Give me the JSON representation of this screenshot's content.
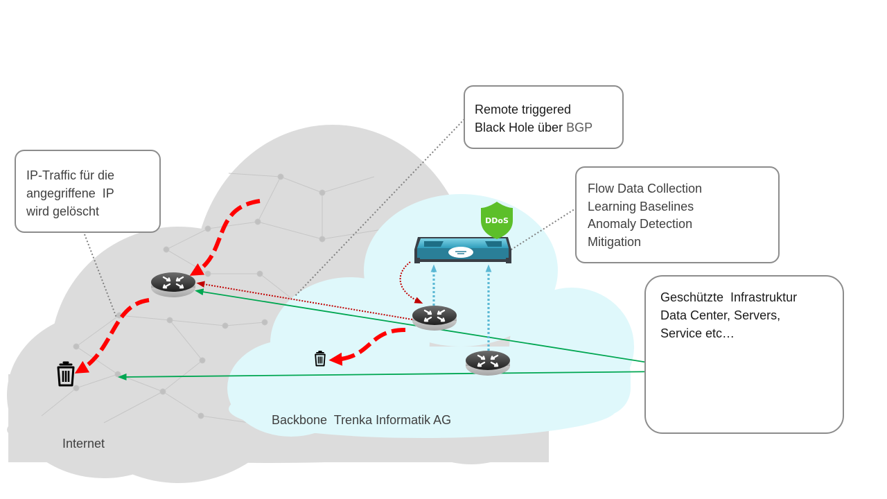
{
  "callouts": {
    "ip_traffic": {
      "lines": [
        "IP-Traffic für die",
        "angegriffene  IP",
        "wird gelöscht"
      ]
    },
    "rtbh": {
      "line1": "Remote triggered",
      "line2_prefix": "Black Hole über ",
      "line2_suffix": "BGP"
    },
    "flow": {
      "lines": [
        "Flow Data Collection",
        "Learning Baselines",
        "Anomaly Detection",
        "Mitigation"
      ]
    },
    "infra": {
      "lines": [
        "Geschützte  Infrastruktur",
        "Data Center, Servers,",
        "Service etc…"
      ]
    }
  },
  "regions": {
    "internet": "Internet",
    "backbone": "Backbone  Trenka Informatik AG"
  },
  "ddos_badge": "DDoS",
  "colors": {
    "internet_cloud": "#dcdcdc",
    "backbone_cloud": "#dff8fb",
    "attack_arrow": "#ff0000",
    "clean_traffic": "#00a651",
    "bgp_signal": "#c00000",
    "flow_export": "#5bb8d4",
    "shield": "#5cbf2a",
    "server": "#70ad47"
  },
  "icons": [
    "router-icon",
    "trash-icon",
    "ddos-appliance-icon",
    "shield-icon",
    "server-icon"
  ]
}
